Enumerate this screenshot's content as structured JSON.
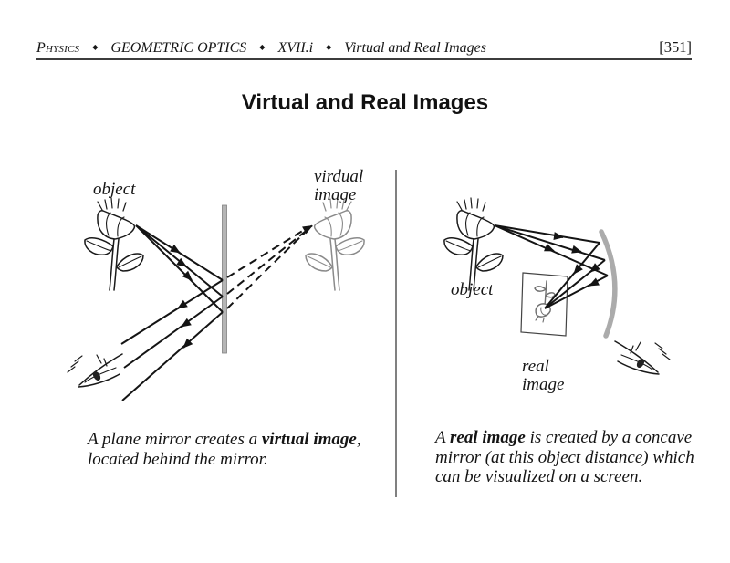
{
  "page": {
    "page_number": "[351]",
    "background_color": "#ffffff",
    "rule_color": "#3c3c3c"
  },
  "header": {
    "separator": "◆",
    "items": [
      "Physics",
      "GEOMETRIC OPTICS",
      "XVII.i",
      "Virtual and Real Images"
    ]
  },
  "title": "Virtual and Real Images",
  "colors": {
    "ink": "#161616",
    "ray_black": "#141414",
    "mirror_gray": "#b5b5b5",
    "concave_mirror_gray": "#ababab",
    "virtual_image_gray": "#8a8a8a",
    "divider_gray": "#4a4a4a"
  },
  "left_panel": {
    "object_label": "object",
    "image_label": [
      "virdual",
      "image"
    ],
    "figures": [
      "rose-object-icon",
      "plane-mirror",
      "rose-virtual-image-icon",
      "eye-observer-icon"
    ],
    "caption": [
      {
        "text": "A plane mirror creates a "
      },
      {
        "text": "virtual image"
      },
      {
        "text": ", located behind the mirror."
      }
    ]
  },
  "right_panel": {
    "object_label": "object",
    "image_label": [
      "real",
      "image"
    ],
    "figures": [
      "rose-object-icon",
      "concave-mirror",
      "projection-screen",
      "rose-real-image-icon",
      "eye-observer-icon"
    ],
    "caption": [
      {
        "text": "A "
      },
      {
        "text": "real image"
      },
      {
        "text": " is created by a concave mirror (at this object distance) which can be visualized on a screen."
      }
    ]
  }
}
